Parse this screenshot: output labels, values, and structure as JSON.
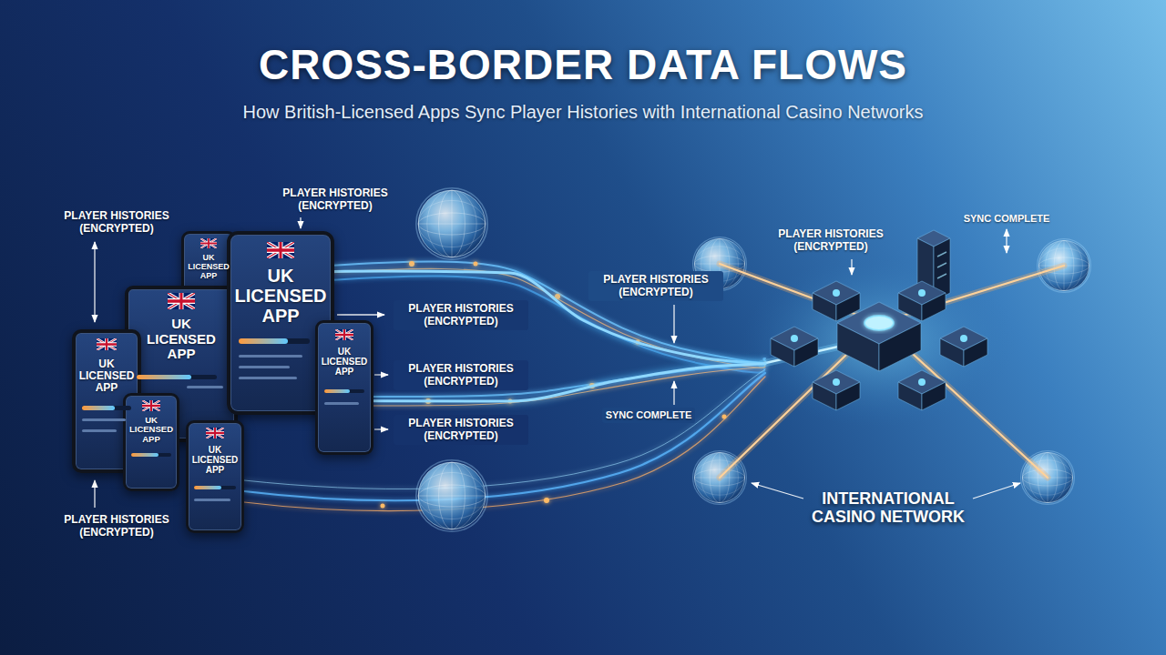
{
  "diagram": {
    "title": "CROSS-BORDER DATA FLOWS",
    "caption": "How British-Licensed Apps Sync Player Histories with International Casino Networks",
    "nodes": [
      {
        "text": [
          "UK LICENSED APP"
        ]
      },
      {
        "text": [
          "UK LICENSED APP"
        ]
      },
      {
        "text": [
          "UK LICENSED APP"
        ]
      },
      {
        "text": [
          "UK LICENSED APP"
        ]
      },
      {
        "text": [
          "UK LICENSED APP"
        ]
      },
      {
        "text": [
          "UK LICENSED APP"
        ]
      },
      {
        "text": [
          "UK LICENSED APP"
        ]
      },
      {
        "text": [
          "INTERNATIONAL CASINO NETWORK"
        ]
      }
    ],
    "edges": [
      {
        "from": 2,
        "to": 7,
        "arrow": "none"
      },
      {
        "from": 6,
        "to": 7,
        "arrow": "none"
      }
    ],
    "labels": [
      "PLAYER HISTORIES (ENCRYPTED)",
      "PLAYER HISTORIES (ENCRYPTED)",
      "PLAYER HISTORIES (ENCRYPTED)",
      "PLAYER HISTORIES (ENCRYPTED)",
      "PLAYER HISTORIES (ENCRYPTED)",
      "PLAYER HISTORIES (ENCRYPTED)",
      "SYNC COMPLETE",
      "PLAYER HISTORIES (ENCRYPTED)",
      "SYNC COMPLETE",
      "PLAYER HISTORIES (ENCRYPTED)"
    ]
  }
}
